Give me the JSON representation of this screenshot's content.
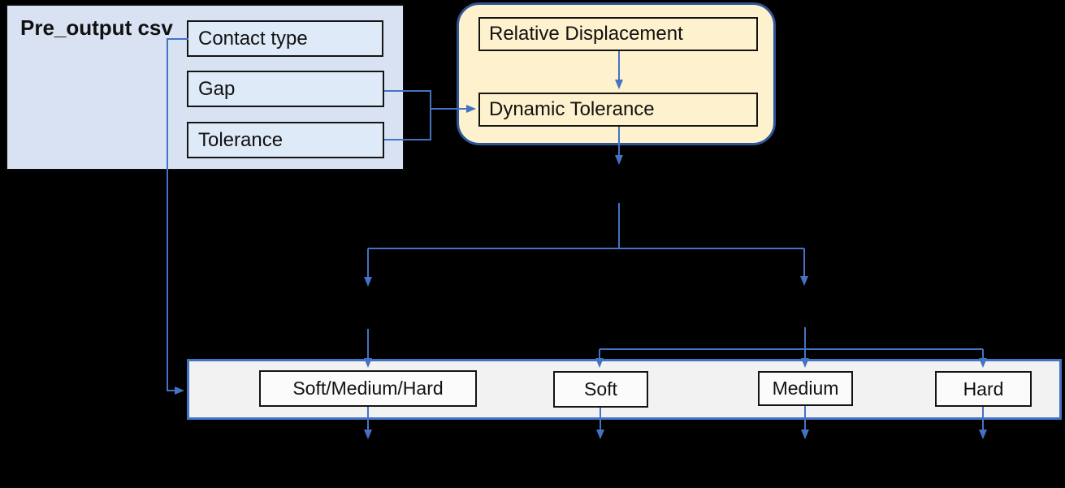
{
  "pre_output_panel": {
    "title": "Pre_output csv",
    "fields": [
      {
        "label": "Contact type"
      },
      {
        "label": "Gap"
      },
      {
        "label": "Tolerance"
      }
    ]
  },
  "tolerance_group": {
    "relative_displacement": "Relative Displacement",
    "dynamic_tolerance": "Dynamic Tolerance"
  },
  "output_row": {
    "boxes": [
      {
        "label": "Soft/Medium/Hard"
      },
      {
        "label": "Soft"
      },
      {
        "label": "Medium"
      },
      {
        "label": "Hard"
      }
    ]
  },
  "colors": {
    "background": "#000000",
    "panel_fill": "#d9e2f3",
    "field_fill": "#dfeaf8",
    "group_fill": "#fdf2cd",
    "group_border": "#2e5597",
    "connector": "#4472c4",
    "row_fill": "#f2f2f2",
    "row_border": "#4472c4",
    "box_fill": "#fbfbfb",
    "box_border": "#141414"
  }
}
